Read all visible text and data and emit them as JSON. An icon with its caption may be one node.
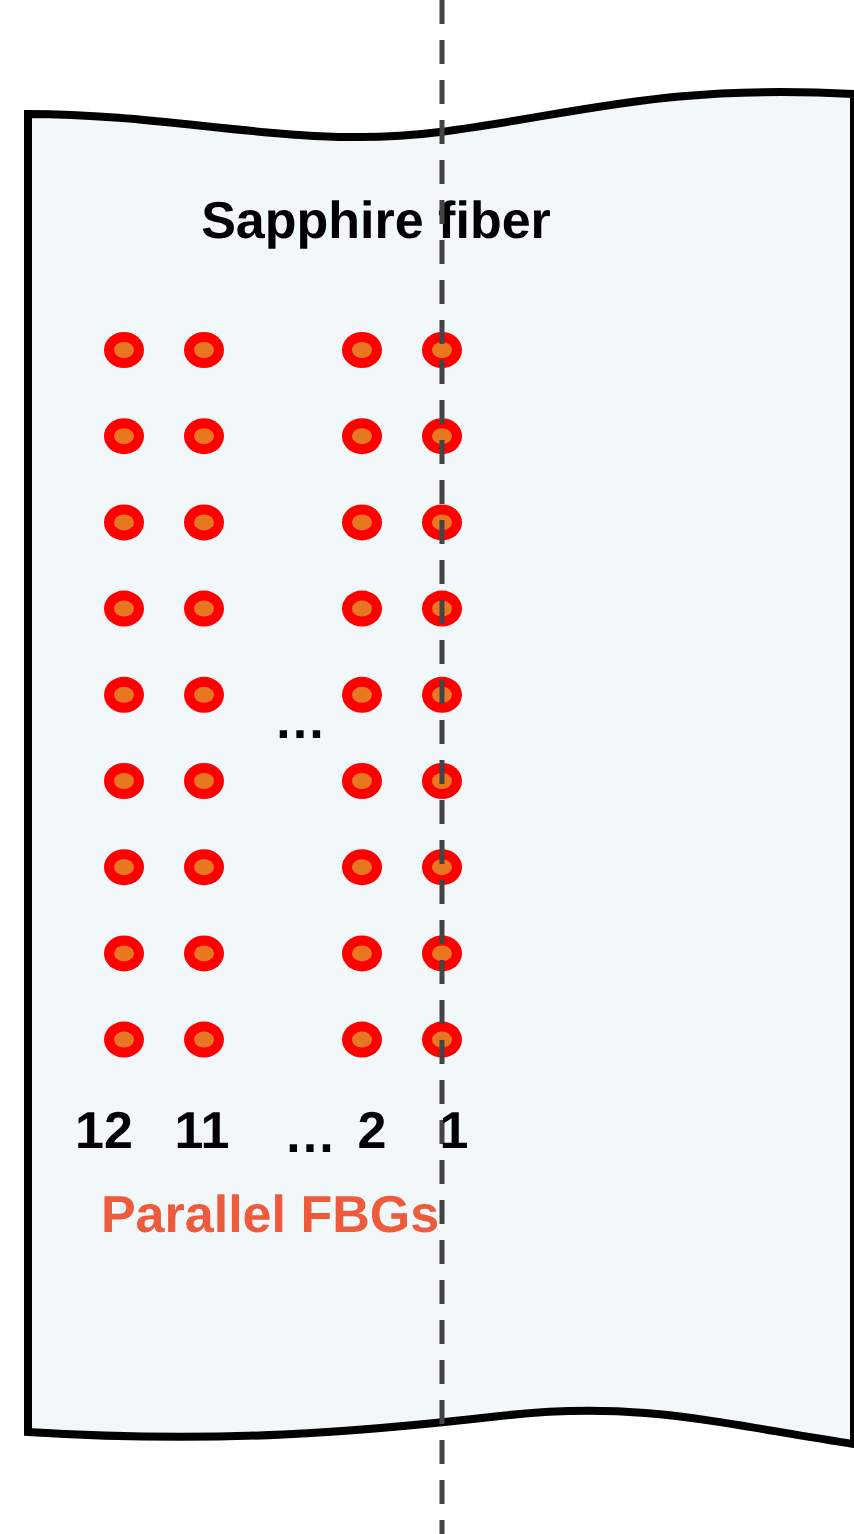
{
  "diagram": {
    "nodes": [
      {
        "text": [
          "Sapphire fiber"
        ]
      }
    ],
    "edges": [],
    "labels": [
      "…",
      "12",
      "11",
      "…",
      "2",
      "1",
      "Parallel FBGs"
    ]
  }
}
